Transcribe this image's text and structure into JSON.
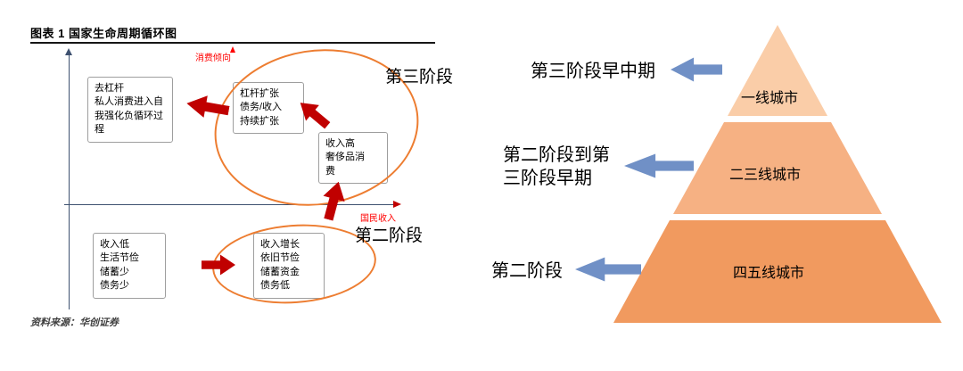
{
  "left_chart": {
    "title": "图表 1 国家生命周期循环图",
    "y_axis_label": "消费倾向",
    "x_axis_label": "国民收入",
    "boxes": {
      "deleverage": "去杠杆\n私人消费进入自\n我强化负循环过\n程",
      "leverage_expansion": "杠杆扩张\n债务/收入\n持续扩张",
      "high_income": "收入高\n奢侈品消\n费",
      "low_income": "收入低\n生活节俭\n储蓄少\n债务少",
      "income_growth": "收入增长\n依旧节俭\n储蓄资金\n债务低"
    },
    "stage3_label": "第三阶段",
    "stage2_label": "第二阶段",
    "source": "资料来源：华创证券"
  },
  "pyramid": {
    "tiers": [
      {
        "label": "一线城市",
        "stage": "第三阶段早中期",
        "color": "#FACDA8"
      },
      {
        "label": "二三线城市",
        "stage": "第二阶段到第\n三阶段早期",
        "color": "#F6B183"
      },
      {
        "label": "四五线城市",
        "stage": "第二阶段",
        "color": "#F19A5F"
      }
    ]
  },
  "colors": {
    "cycle_arrow": "#C00000",
    "stage_ellipse": "#ED7D31",
    "pyramid_arrow": "#7090C6",
    "axis": "#3E5170",
    "axis_label": "#FF0000",
    "title_rule": "#161616"
  }
}
